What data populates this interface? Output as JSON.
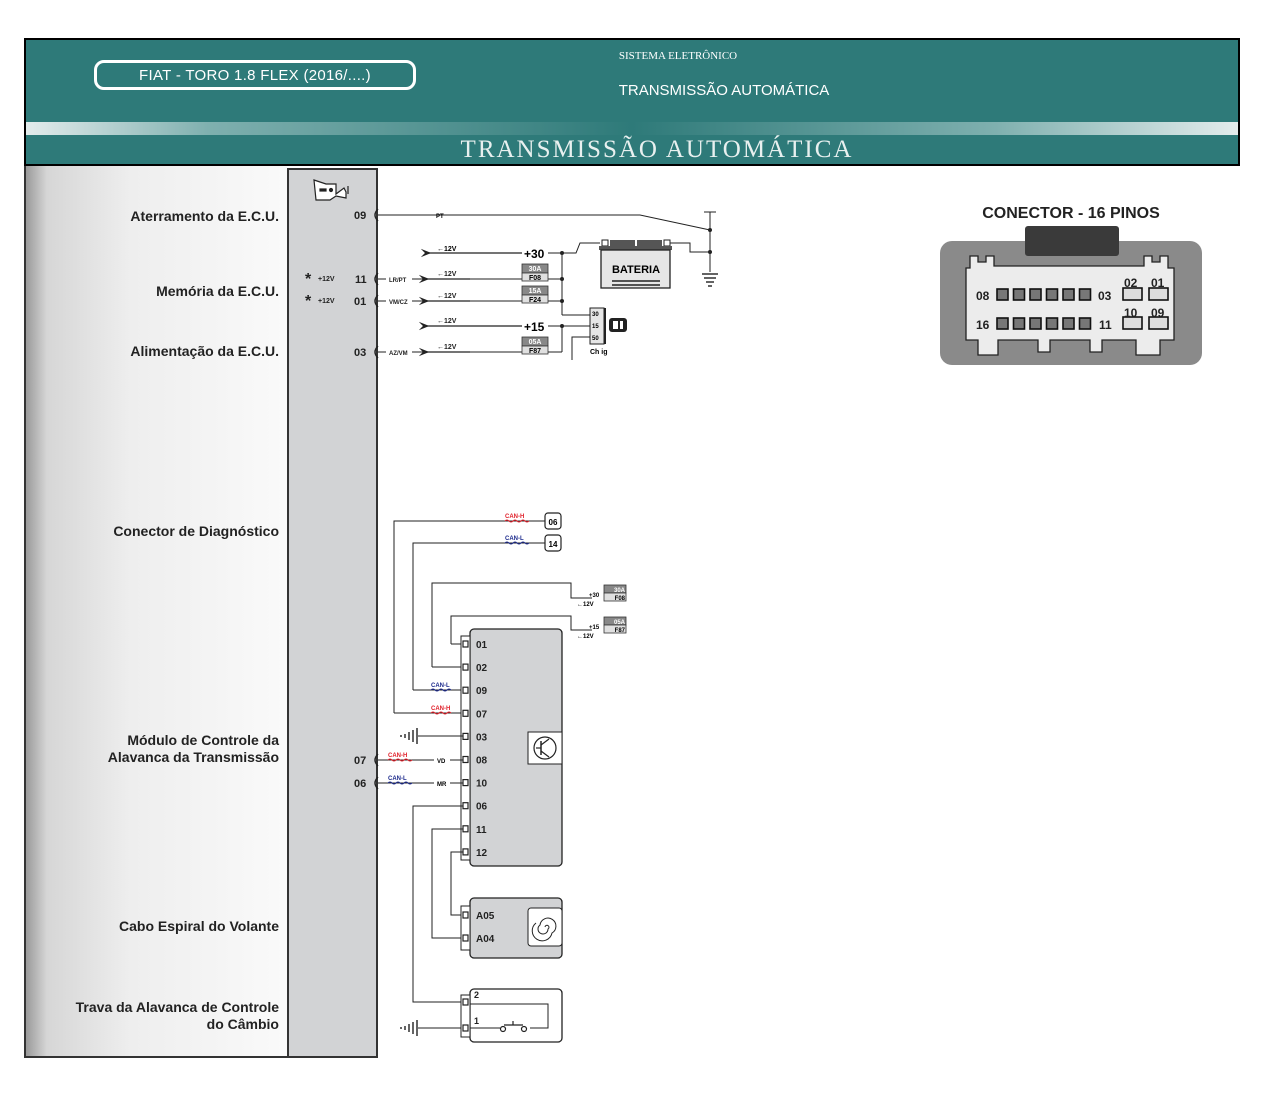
{
  "header": {
    "model": "FIAT - TORO 1.8 FLEX (2016/....)",
    "system_label": "SISTEMA ELETRÔNICO",
    "subtitle": "TRANSMISSÃO AUTOMÁTICA",
    "main_title": "TRANSMISSÃO AUTOMÁTICA"
  },
  "colors": {
    "header_teal": "#2e7a79",
    "can_h": "#e0202a",
    "can_l": "#1c2a8c",
    "module_fill": "#d2d3d5"
  },
  "icons": {
    "ecu": "transmission-ecu-icon",
    "battery": "battery-icon",
    "ground": "ground-icon",
    "key": "ignition-key-icon",
    "transistor": "transistor-icon",
    "spiral": "clockspring-spiral-icon",
    "switch": "switch-icon"
  },
  "side_labels": {
    "ground": "Aterramento da E.C.U.",
    "memory": "Memória da E.C.U.",
    "power": "Alimentação da E.C.U.",
    "diag": "Conector de Diagnóstico",
    "module_l1": "Módulo de Controle da",
    "module_l2": "Alavanca da Transmissão",
    "spiral": "Cabo Espiral do Volante",
    "lock_l1": "Trava da Alavanca de Controle",
    "lock_l2": "do Câmbio"
  },
  "ecu_pins": {
    "p09": "09",
    "p11": "11",
    "p01": "01",
    "p03": "03",
    "p07": "07",
    "p06": "06",
    "star_v1": "+12V",
    "star_v2": "+12V"
  },
  "power": {
    "wire_pt": "PT",
    "wire_lrpt": "LR/PT",
    "wire_vmcz": "VM/CZ",
    "wire_azvm": "AZ/VM",
    "v12": "12V",
    "plus30": "+30",
    "plus15": "+15",
    "fuse1_a": "30A",
    "fuse1_id": "F08",
    "fuse2_a": "15A",
    "fuse2_id": "F24",
    "fuse3_a": "05A",
    "fuse3_id": "F87",
    "battery": "BATERIA",
    "ign_30": "30",
    "ign_15": "15",
    "ign_50": "50",
    "ign_label": "Ch ig"
  },
  "diag": {
    "can_h": "CAN-H",
    "can_l": "CAN-L",
    "pin06": "06",
    "pin14": "14"
  },
  "lever": {
    "fuse_top_plus": "+30",
    "fuse_top_v": "12V",
    "fuse_top_a": "30A",
    "fuse_top_id": "F08",
    "fuse_bot_plus": "+15",
    "fuse_bot_v": "12V",
    "fuse_bot_a": "05A",
    "fuse_bot_id": "F87",
    "pins": [
      "01",
      "02",
      "09",
      "07",
      "03",
      "08",
      "10",
      "06",
      "11",
      "12"
    ],
    "can_l_09": "CAN-L",
    "can_h_07": "CAN-H",
    "can_h_ecu": "CAN-H",
    "can_l_ecu": "CAN-L",
    "wire_vd": "VD",
    "wire_mr": "MR"
  },
  "spiral": {
    "pins": [
      "A05",
      "A04"
    ]
  },
  "lock": {
    "pins": [
      "2",
      "1"
    ]
  },
  "connector": {
    "title": "CONECTOR - 16 PINOS",
    "pin08": "08",
    "pin03": "03",
    "pin02": "02",
    "pin01": "01",
    "pin16": "16",
    "pin11": "11",
    "pin10": "10",
    "pin09": "09"
  }
}
